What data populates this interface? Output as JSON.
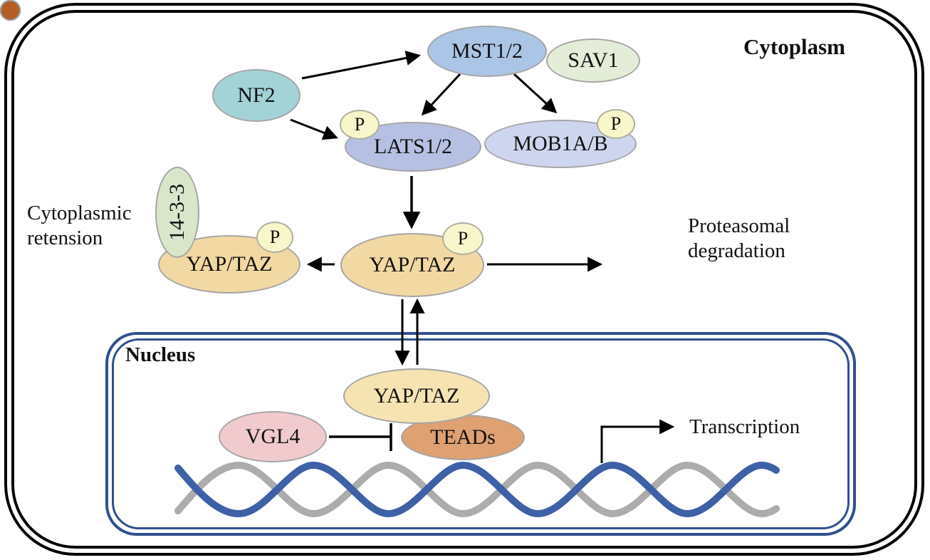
{
  "regions": {
    "cytoplasm_label": "Cytoplasm",
    "nucleus_label": "Nucleus"
  },
  "nodes": {
    "nf2": {
      "label": "NF2",
      "fill": "#a3d2d7"
    },
    "mst12": {
      "label": "MST1/2",
      "fill": "#abc5e6"
    },
    "sav1": {
      "label": "SAV1",
      "fill": "#e3edd7"
    },
    "lats12": {
      "label": "LATS1/2",
      "fill": "#b6c0e3",
      "phospho": "P"
    },
    "mob1ab": {
      "label": "MOB1A/B",
      "fill": "#cdd6ee",
      "phospho": "P"
    },
    "yap_taz_cytoplasm": {
      "label": "YAP/TAZ",
      "fill": "#f2d8a3",
      "phospho": "P"
    },
    "yap_taz_retained": {
      "label": "YAP/TAZ",
      "fill": "#f2d8a3",
      "phospho": "P"
    },
    "protein_14_3_3": {
      "label": "14-3-3",
      "fill": "#d9e6ca"
    },
    "yap_taz_nucleus": {
      "label": "YAP/TAZ",
      "fill": "#f5e3b2"
    },
    "teads": {
      "label": "TEADs",
      "fill": "#dfa072"
    },
    "vgl4": {
      "label": "VGL4",
      "fill": "#f0cacd"
    }
  },
  "annotations": {
    "cytoplasmic_retention_line1": "Cytoplasmic",
    "cytoplasmic_retention_line2": "retension",
    "proteasomal_degradation_line1": "Proteasomal",
    "proteasomal_degradation_line2": "degradation",
    "transcription": "Transcription"
  },
  "colors": {
    "outer_membrane_border": "#000000",
    "nucleus_border": "#30508e",
    "arrow": "#000000",
    "phospho_badge_fill": "#f8f6cb",
    "proteasome_dot_fill": "#b45e25",
    "dna_strand_blue": "#3e60a7",
    "dna_strand_gray": "#acacac"
  }
}
